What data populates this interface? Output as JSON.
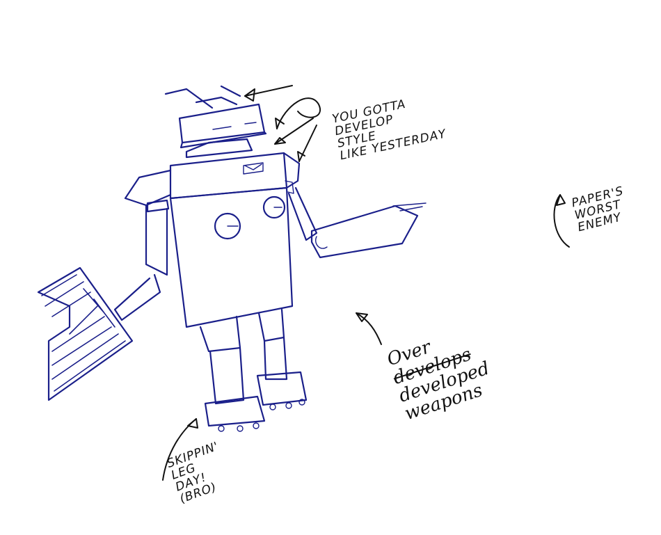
{
  "notes": {
    "style": "YOU GOTTA\nDEVELOP\nSTYLE\nLIKE YESTERDAY",
    "paper": "PAPER'S\nWORST\nENEMY",
    "weapons_word1": "Over",
    "weapons_struck": "develops",
    "weapons_rest": "developed\nweapons",
    "legday": "SKIPPIN'\nLEG\nDAY!\n(BRO)"
  },
  "colors": {
    "ink_blue": "#1a1f8a",
    "ink_black": "#111111",
    "background": "#ffffff"
  },
  "icons": [
    "robot-drawing",
    "scissor-blade-hand",
    "arrow-icon"
  ]
}
